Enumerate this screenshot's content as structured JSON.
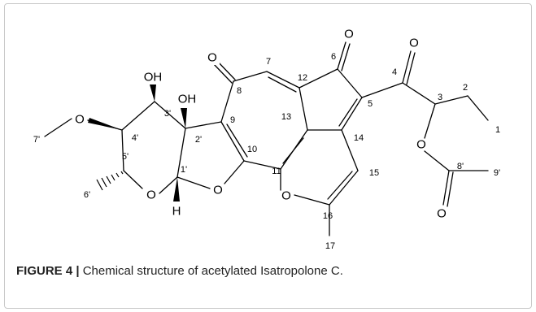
{
  "atoms": {
    "O_ketone8": "O",
    "O_ketone6": "O",
    "O_ketone4": "O",
    "O_3prime": "OH",
    "O_2prime": "OH",
    "O_4prime": "O",
    "O_ring_pyranose": "O",
    "O_furan": "O",
    "O_pyran": "O",
    "O_ester": "O",
    "O_carbonyl8prime": "O",
    "H_1prime": "H"
  },
  "numbers": {
    "n7": "7",
    "n6": "6",
    "n4": "4",
    "n2": "2",
    "n3": "3",
    "n1": "1",
    "n12": "12",
    "n8": "8",
    "n5": "5",
    "n9": "9",
    "n13": "13",
    "n14": "14",
    "n10": "10",
    "n11": "11",
    "n15": "15",
    "n16": "16",
    "n17": "17",
    "n8p": "8'",
    "n9p": "9'",
    "n3p": "3'",
    "n2p": "2'",
    "n4p": "4'",
    "n7p": "7'",
    "n5p": "5'",
    "n1p": "1'",
    "n6p": "6'"
  },
  "caption": {
    "label": "FIGURE 4 |",
    "text": " Chemical structure of acetylated Isatropolone C."
  }
}
